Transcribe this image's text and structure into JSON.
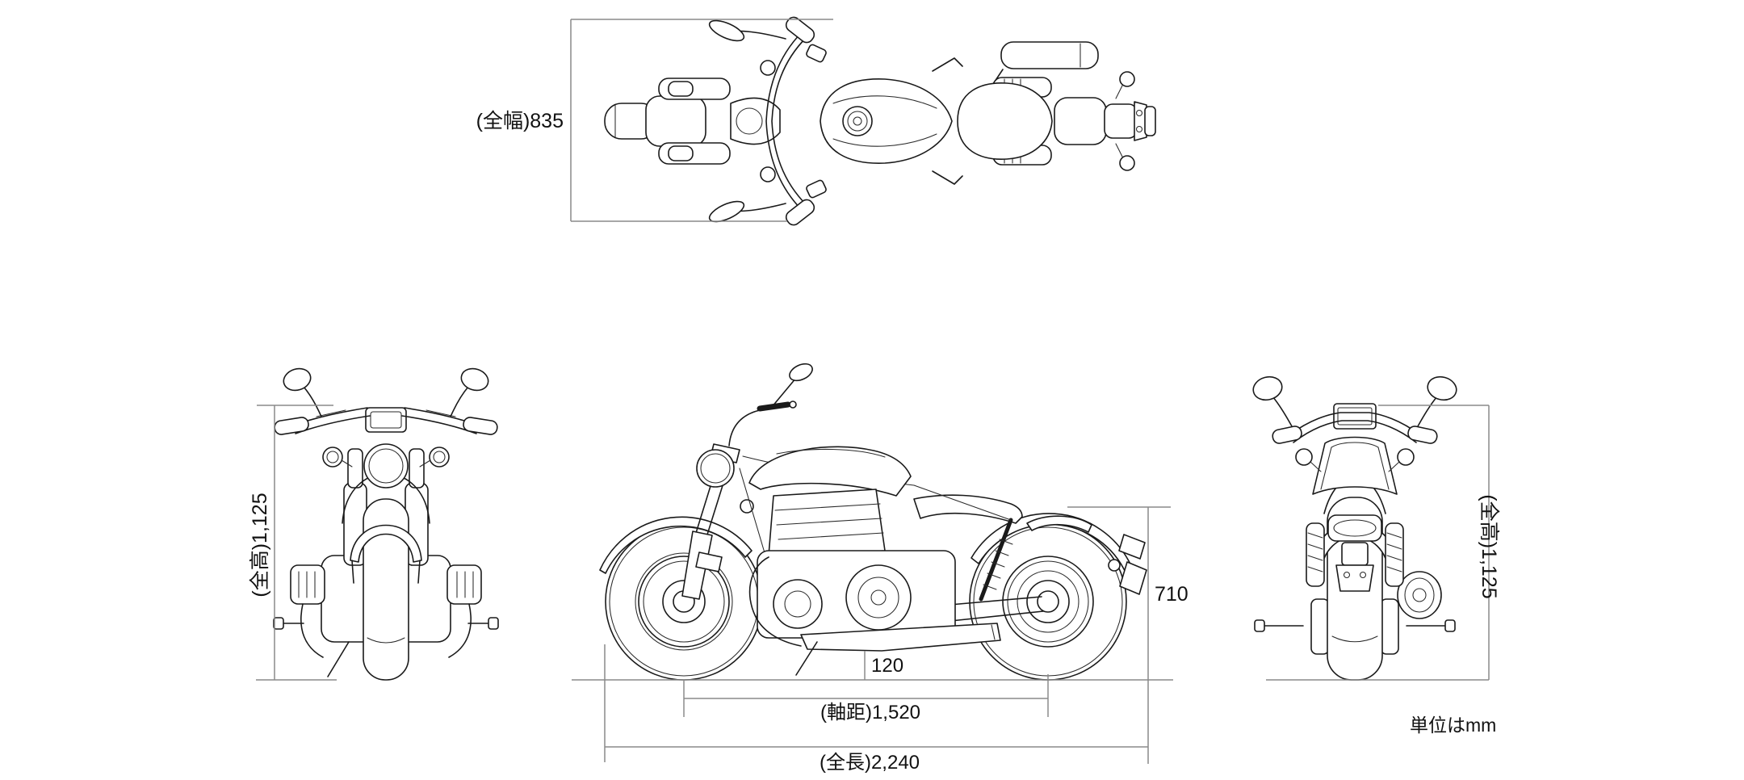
{
  "page": {
    "background_color": "#ffffff",
    "units_note": "単位はmm"
  },
  "colors": {
    "line_art": "#1a1a1a",
    "dimension_lines": "#8a8a8a",
    "label_text": "#111111"
  },
  "dimensions": {
    "overall_width": {
      "label": "(全幅)835",
      "value_mm": 835
    },
    "overall_height_front_view": {
      "label": "(全高)1,125",
      "value_mm": 1125
    },
    "overall_height_rear_view": {
      "label": "(全高)1,125",
      "value_mm": 1125
    },
    "seat_height": {
      "label": "710",
      "value_mm": 710
    },
    "ground_clearance": {
      "label": "120",
      "value_mm": 120
    },
    "wheelbase": {
      "label": "(軸距)1,520",
      "value_mm": 1520
    },
    "overall_length": {
      "label": "(全長)2,240",
      "value_mm": 2240
    }
  }
}
